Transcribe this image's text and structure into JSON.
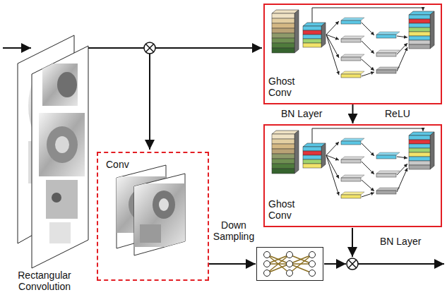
{
  "diagram": {
    "nodes": [
      {
        "text": [
          "Ghost Conv"
        ]
      },
      {
        "text": [
          "Ghost Conv"
        ]
      },
      {
        "text": [
          "Conv"
        ]
      },
      {
        "text": [
          "Down Sampling"
        ]
      }
    ],
    "edges": [
      {
        "from": 0,
        "to": 1,
        "arrow": "to"
      },
      {
        "from": 2,
        "to": 3,
        "arrow": "to"
      }
    ],
    "labels": [
      "Rectangular Convolution",
      "BN Layer",
      "ReLU",
      "BN Layer"
    ]
  }
}
